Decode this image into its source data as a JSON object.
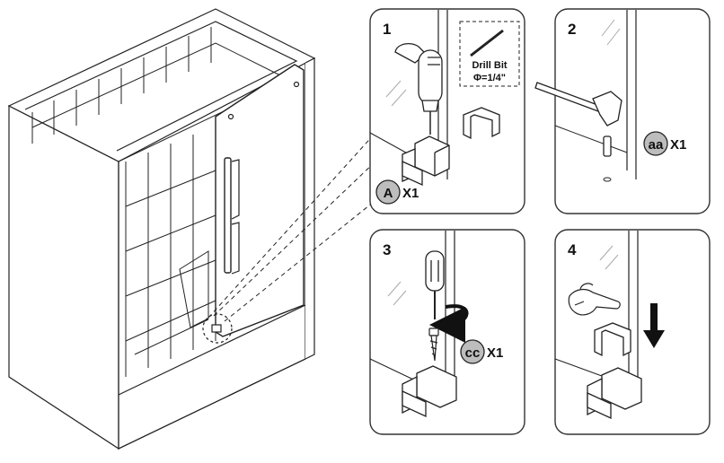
{
  "steps": [
    {
      "number": "1",
      "part_badge": "A",
      "quantity": "X1",
      "callout": {
        "line1": "Drill Bit",
        "line2": "Φ=1/4\""
      }
    },
    {
      "number": "2",
      "part_badge": "aa",
      "quantity": "X1"
    },
    {
      "number": "3",
      "part_badge": "cc",
      "quantity": "X1"
    },
    {
      "number": "4"
    }
  ],
  "colors": {
    "line": "#222222",
    "badge_fill": "#bdbdbd",
    "panel_border": "#333333"
  },
  "icons": [
    "shower-enclosure-icon",
    "drill-icon",
    "drill-bit-icon",
    "hammer-icon",
    "screwdriver-icon",
    "screw-icon",
    "wall-plug-icon",
    "bracket-icon",
    "hand-icon",
    "down-arrow-icon"
  ]
}
